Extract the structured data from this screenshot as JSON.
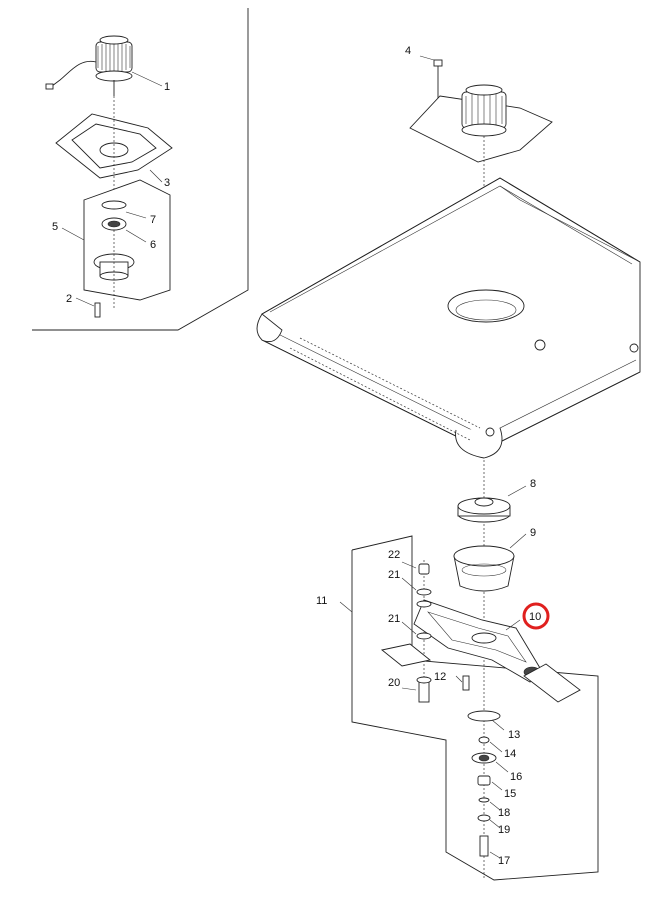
{
  "labels": {
    "p1": "1",
    "p2": "2",
    "p3": "3",
    "p4": "4",
    "p5": "5",
    "p6": "6",
    "p7": "7",
    "p8": "8",
    "p9": "9",
    "p10": "10",
    "p11": "11",
    "p12": "12",
    "p13": "13",
    "p14": "14",
    "p15": "15",
    "p16": "16",
    "p17": "17",
    "p18": "18",
    "p19": "19",
    "p20": "20",
    "p21a": "21",
    "p21b": "21",
    "p22": "22"
  },
  "colors": {
    "line": "#222222",
    "highlight": "#e0201e"
  },
  "highlighted_part": "10"
}
